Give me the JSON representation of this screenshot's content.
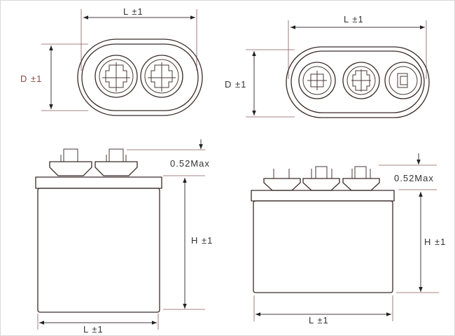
{
  "top_left_view": {
    "length_label": "L ±1",
    "diameter_label": "D ±1",
    "terminal_count": 2
  },
  "top_right_view": {
    "length_label": "L ±1",
    "diameter_label": "D ±1",
    "terminal_count": 3
  },
  "side_left_view": {
    "terminal_height_label": "0.52Max",
    "height_label": "H ±1",
    "length_label": "L ±1"
  },
  "side_right_view": {
    "terminal_height_label": "0.52Max",
    "height_label": "H ±1",
    "length_label": "L ±1"
  },
  "colors": {
    "line": "#4a3838",
    "extension": "#8a5a5a",
    "label": "#333333"
  }
}
